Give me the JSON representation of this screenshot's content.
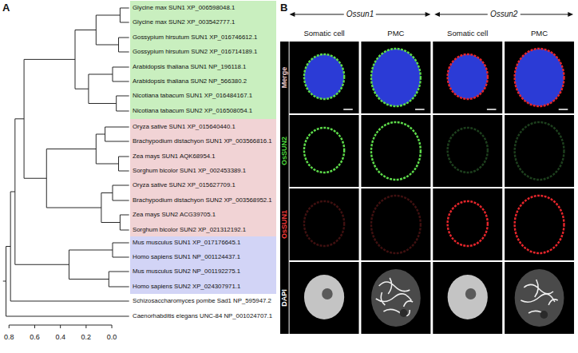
{
  "diagram": {
    "nodes": [
      {
        "text": [
          "Glycine max SUN1 XP_006598048.1",
          "Glycine max SUN2 XP_003542777.1",
          "Gossypium hirsutum SUN1 XP_016746612.1",
          "Gossypium hirsutum SUN2 XP_016714189.1",
          "Arabidopsis thaliana SUN1 NP_196118.1",
          "Arabidopsis thaliana SUN2 NP_566380.2",
          "Nicotiana tabacum SUN1 XP_016484167.1",
          "Nicotiana tabacum SUN2 XP_016508054.1"
        ]
      },
      {
        "text": [
          "Oryza sative SUN1 XP_015640440.1",
          "Brachypodium distachyon SUN1 XP_003566816.1",
          "Zea mays SUN1 AQK68954.1",
          "Sorghum bicolor SUN1 XP_002453389.1",
          "Oryza sative SUN2 XP_015627709.1",
          "Brachypodium distachyon SUN2 XP_003568952.1",
          "Zea mays SUN2 ACG39705.1",
          "Sorghum bicolor SUN2 XP_021312192.1"
        ]
      },
      {
        "text": [
          "Mus musculus SUN1 XP_017176645.1",
          "Homo sapiens SUN1 NP_001124437.1",
          "Mus musculus SUN2 NP_001192275.1",
          "Homo sapiens SUN2 XP_024307971.1"
        ]
      }
    ],
    "labels": [
      "A",
      "Schizosaccharomyces pombe Sad1 NP_595947.2",
      "Caenorhabditis elegans UNC-84 NP_001024707.1",
      "0.8",
      "0.6",
      "0.4",
      "0.2",
      "0.0",
      "B",
      "Ossun1",
      "Ossun2",
      "Somatic cell",
      "PMC",
      "Somatic cell",
      "PMC",
      "Merge",
      "OsSUN2",
      "OsSUN1",
      "DAPI"
    ]
  }
}
